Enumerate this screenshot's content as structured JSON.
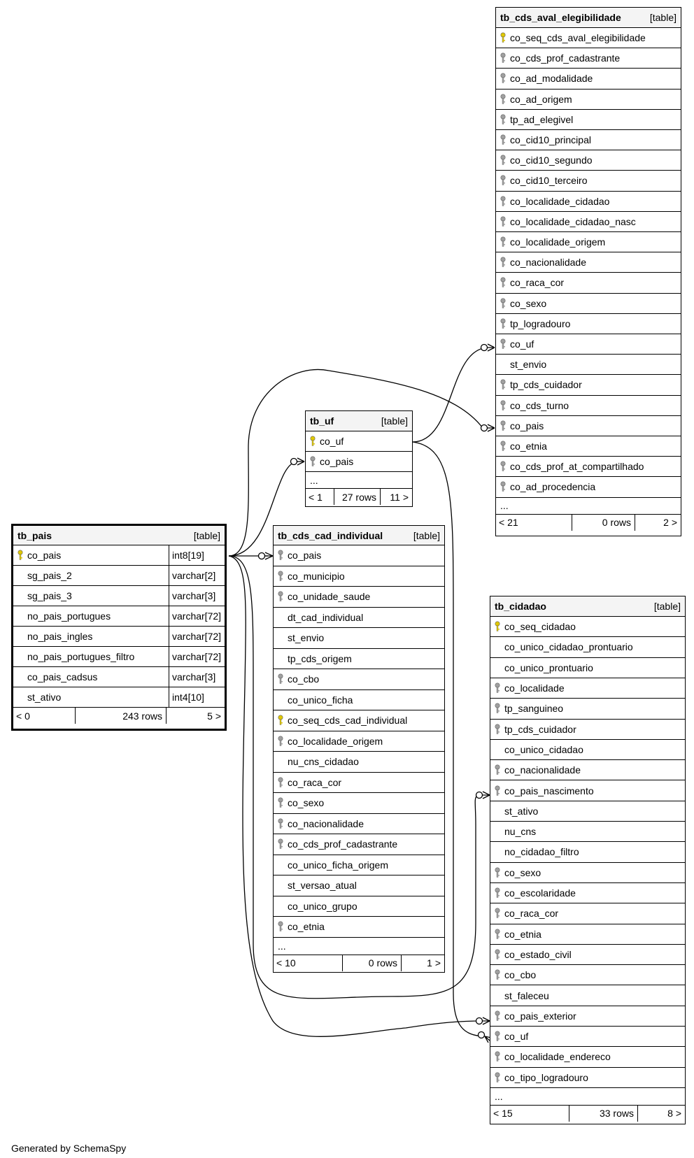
{
  "footer": "Generated by SchemaSpy",
  "colors": {
    "pk_key": "#e0c800",
    "fk_key": "#a0a0a0",
    "header_bg": "#f4f4f4"
  },
  "tables": {
    "tb_cds_aval_elegibilidade": {
      "name": "tb_cds_aval_elegibilidade",
      "type": "[table]",
      "columns": [
        {
          "name": "co_seq_cds_aval_elegibilidade",
          "key": "pk"
        },
        {
          "name": "co_cds_prof_cadastrante",
          "key": "fk"
        },
        {
          "name": "co_ad_modalidade",
          "key": "fk"
        },
        {
          "name": "co_ad_origem",
          "key": "fk"
        },
        {
          "name": "tp_ad_elegivel",
          "key": "fk"
        },
        {
          "name": "co_cid10_principal",
          "key": "fk"
        },
        {
          "name": "co_cid10_segundo",
          "key": "fk"
        },
        {
          "name": "co_cid10_terceiro",
          "key": "fk"
        },
        {
          "name": "co_localidade_cidadao",
          "key": "fk"
        },
        {
          "name": "co_localidade_cidadao_nasc",
          "key": "fk"
        },
        {
          "name": "co_localidade_origem",
          "key": "fk"
        },
        {
          "name": "co_nacionalidade",
          "key": "fk"
        },
        {
          "name": "co_raca_cor",
          "key": "fk"
        },
        {
          "name": "co_sexo",
          "key": "fk"
        },
        {
          "name": "tp_logradouro",
          "key": "fk"
        },
        {
          "name": "co_uf",
          "key": "fk"
        },
        {
          "name": "st_envio",
          "key": ""
        },
        {
          "name": "tp_cds_cuidador",
          "key": "fk"
        },
        {
          "name": "co_cds_turno",
          "key": "fk"
        },
        {
          "name": "co_pais",
          "key": "fk"
        },
        {
          "name": "co_etnia",
          "key": "fk"
        },
        {
          "name": "co_cds_prof_at_compartilhado",
          "key": "fk"
        },
        {
          "name": "co_ad_procedencia",
          "key": "fk"
        }
      ],
      "more": "...",
      "footer": {
        "left": "< 21",
        "mid": "0 rows",
        "right": "2 >"
      }
    },
    "tb_uf": {
      "name": "tb_uf",
      "type": "[table]",
      "columns": [
        {
          "name": "co_uf",
          "key": "pk"
        },
        {
          "name": "co_pais",
          "key": "fk"
        }
      ],
      "more": "...",
      "footer": {
        "left": "< 1",
        "mid": "27 rows",
        "right": "11 >"
      }
    },
    "tb_pais": {
      "name": "tb_pais",
      "type": "[table]",
      "columns": [
        {
          "name": "co_pais",
          "key": "pk",
          "dtype": "int8[19]"
        },
        {
          "name": "sg_pais_2",
          "key": "",
          "dtype": "varchar[2]"
        },
        {
          "name": "sg_pais_3",
          "key": "",
          "dtype": "varchar[3]"
        },
        {
          "name": "no_pais_portugues",
          "key": "",
          "dtype": "varchar[72]"
        },
        {
          "name": "no_pais_ingles",
          "key": "",
          "dtype": "varchar[72]"
        },
        {
          "name": "no_pais_portugues_filtro",
          "key": "",
          "dtype": "varchar[72]"
        },
        {
          "name": "co_pais_cadsus",
          "key": "",
          "dtype": "varchar[3]"
        },
        {
          "name": "st_ativo",
          "key": "",
          "dtype": "int4[10]"
        }
      ],
      "footer": {
        "left": "< 0",
        "mid": "243 rows",
        "right": "5 >"
      }
    },
    "tb_cds_cad_individual": {
      "name": "tb_cds_cad_individual",
      "type": "[table]",
      "columns": [
        {
          "name": "co_pais",
          "key": "fk"
        },
        {
          "name": "co_municipio",
          "key": "fk"
        },
        {
          "name": "co_unidade_saude",
          "key": "fk"
        },
        {
          "name": "dt_cad_individual",
          "key": ""
        },
        {
          "name": "st_envio",
          "key": ""
        },
        {
          "name": "tp_cds_origem",
          "key": ""
        },
        {
          "name": "co_cbo",
          "key": "fk"
        },
        {
          "name": "co_unico_ficha",
          "key": ""
        },
        {
          "name": "co_seq_cds_cad_individual",
          "key": "pk"
        },
        {
          "name": "co_localidade_origem",
          "key": "fk"
        },
        {
          "name": "nu_cns_cidadao",
          "key": ""
        },
        {
          "name": "co_raca_cor",
          "key": "fk"
        },
        {
          "name": "co_sexo",
          "key": "fk"
        },
        {
          "name": "co_nacionalidade",
          "key": "fk"
        },
        {
          "name": "co_cds_prof_cadastrante",
          "key": "fk"
        },
        {
          "name": "co_unico_ficha_origem",
          "key": ""
        },
        {
          "name": "st_versao_atual",
          "key": ""
        },
        {
          "name": "co_unico_grupo",
          "key": ""
        },
        {
          "name": "co_etnia",
          "key": "fk"
        }
      ],
      "more": "...",
      "footer": {
        "left": "< 10",
        "mid": "0 rows",
        "right": "1 >"
      }
    },
    "tb_cidadao": {
      "name": "tb_cidadao",
      "type": "[table]",
      "columns": [
        {
          "name": "co_seq_cidadao",
          "key": "pk"
        },
        {
          "name": "co_unico_cidadao_prontuario",
          "key": ""
        },
        {
          "name": "co_unico_prontuario",
          "key": ""
        },
        {
          "name": "co_localidade",
          "key": "fk"
        },
        {
          "name": "tp_sanguineo",
          "key": "fk"
        },
        {
          "name": "tp_cds_cuidador",
          "key": "fk"
        },
        {
          "name": "co_unico_cidadao",
          "key": ""
        },
        {
          "name": "co_nacionalidade",
          "key": "fk"
        },
        {
          "name": "co_pais_nascimento",
          "key": "fk"
        },
        {
          "name": "st_ativo",
          "key": ""
        },
        {
          "name": "nu_cns",
          "key": ""
        },
        {
          "name": "no_cidadao_filtro",
          "key": ""
        },
        {
          "name": "co_sexo",
          "key": "fk"
        },
        {
          "name": "co_escolaridade",
          "key": "fk"
        },
        {
          "name": "co_raca_cor",
          "key": "fk"
        },
        {
          "name": "co_etnia",
          "key": "fk"
        },
        {
          "name": "co_estado_civil",
          "key": "fk"
        },
        {
          "name": "co_cbo",
          "key": "fk"
        },
        {
          "name": "st_faleceu",
          "key": ""
        },
        {
          "name": "co_pais_exterior",
          "key": "fk"
        },
        {
          "name": "co_uf",
          "key": "fk"
        },
        {
          "name": "co_localidade_endereco",
          "key": "fk"
        },
        {
          "name": "co_tipo_logradouro",
          "key": "fk"
        }
      ],
      "more": "...",
      "footer": {
        "left": "< 15",
        "mid": "33 rows",
        "right": "8 >"
      }
    }
  }
}
